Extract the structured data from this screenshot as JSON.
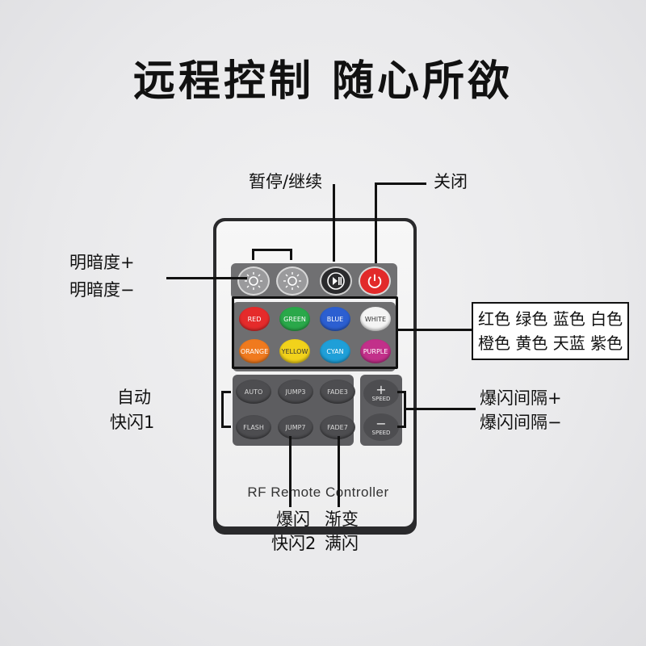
{
  "headline": "远程控制 随心所欲",
  "labels": {
    "pause_resume": "暂停/继续",
    "power_off": "关闭",
    "brightness_up": "明暗度+",
    "brightness_down": "明暗度−",
    "colors_line1": "红色 绿色 蓝色 白色",
    "colors_line2": "橙色 黄色 天蓝 紫色",
    "auto": "自动",
    "flash1": "快闪1",
    "flash_speed_up": "爆闪间隔+",
    "flash_speed_down": "爆闪间隔−",
    "burst": "爆闪",
    "flash2": "快闪2",
    "gradient": "渐变",
    "full_flash": "满闪"
  },
  "remote": {
    "brand_text": "RF Remote Controller",
    "color_buttons": [
      {
        "label": "RED",
        "color": "#e52b2b"
      },
      {
        "label": "GREEN",
        "color": "#2aa84a"
      },
      {
        "label": "BLUE",
        "color": "#2c5fd1"
      },
      {
        "label": "WHITE",
        "color": "#f4f4f4"
      },
      {
        "label": "ORANGE",
        "color": "#f07a1e"
      },
      {
        "label": "YELLOW",
        "color": "#f2d21b"
      },
      {
        "label": "CYAN",
        "color": "#1f9fd8"
      },
      {
        "label": "PURPLE",
        "color": "#c2308a"
      }
    ],
    "mode_buttons": [
      "AUTO",
      "JUMP3",
      "FADE3",
      "FLASH",
      "JUMP7",
      "FADE7"
    ],
    "speed_plus": "+",
    "speed_minus": "−",
    "speed_label": "SPEED"
  }
}
